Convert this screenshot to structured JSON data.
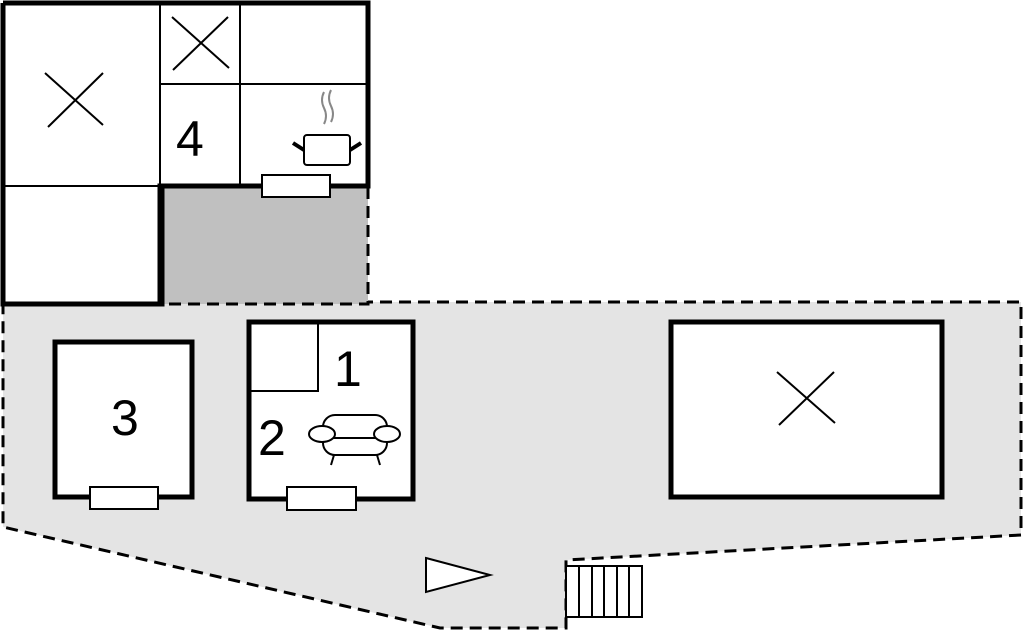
{
  "plan": {
    "room_labels": {
      "r1": "1",
      "r2": "2",
      "r3": "3",
      "r4": "4"
    },
    "colors": {
      "terrace": "#e4e4e4",
      "covered": "#c0c0c0",
      "walls": "#000000",
      "steam": "#888888"
    },
    "icons": [
      "cross-icon",
      "cooking-pot-icon",
      "sofa-icon",
      "entrance-arrow-icon",
      "stairs-icon",
      "window-icon"
    ]
  }
}
